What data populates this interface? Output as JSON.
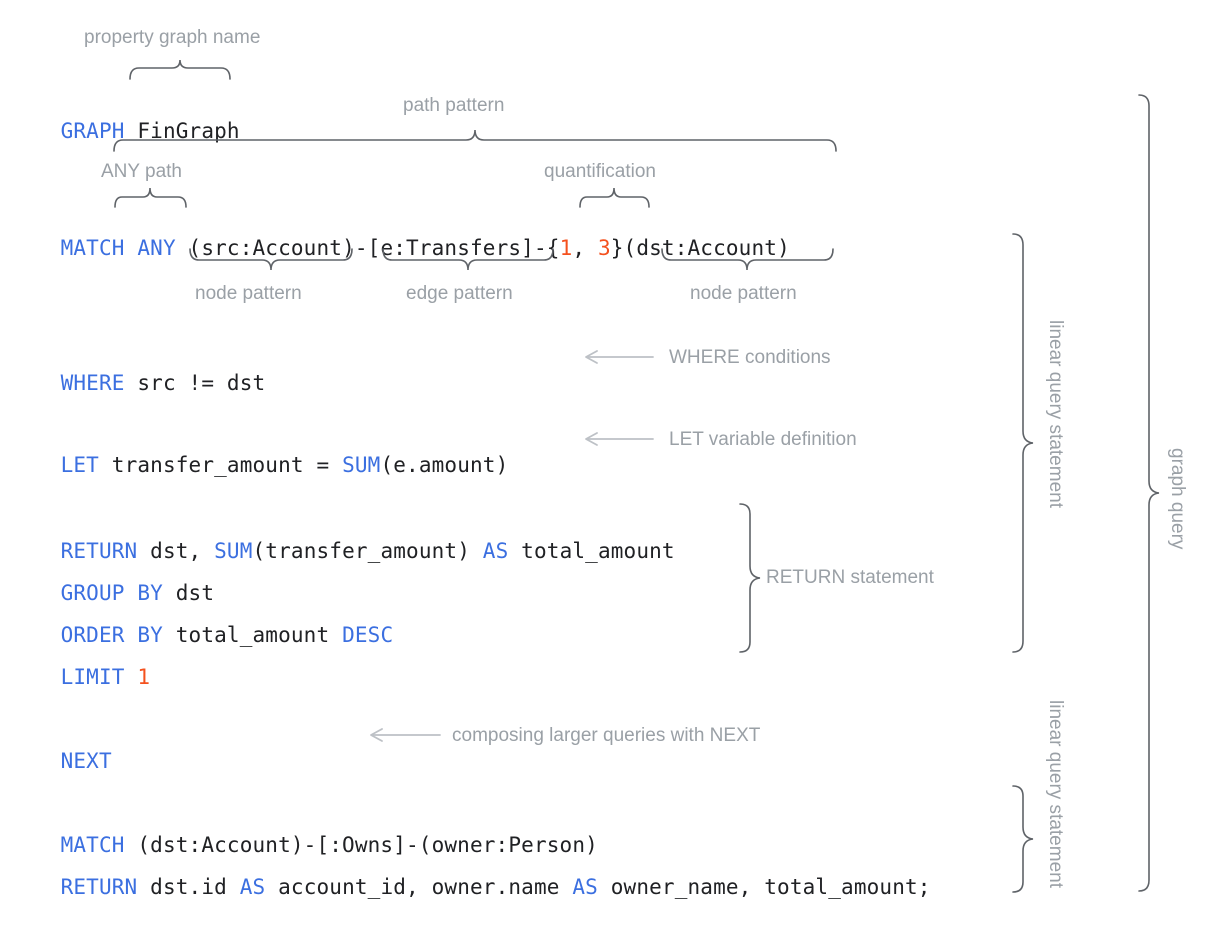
{
  "diagram": {
    "title": "GQL graph query annotated syntax diagram",
    "colors": {
      "keyword": "#3b6fe0",
      "identifier": "#202124",
      "number": "#f4511e",
      "annotation": "#9aa0a6",
      "brace": "#5f6368",
      "arrow": "#bdc1c6",
      "background": "#ffffff"
    }
  },
  "code": {
    "line_graph": {
      "keyword": "GRAPH",
      "space": " ",
      "name": "FinGraph"
    },
    "line_match": {
      "keyword": "MATCH",
      "any": "ANY",
      "src_node": "(src:Account)",
      "dash1": "-",
      "edge": "[e:Transfers]",
      "dash2": "-",
      "brace_open": "{",
      "q_min": "1",
      "q_sep": ", ",
      "q_max": "3",
      "brace_close": "}",
      "dst_node": "(dst:Account)"
    },
    "line_where": {
      "keyword": "WHERE",
      "expr": " src != dst"
    },
    "line_let": {
      "keyword": "LET",
      "var": " transfer_amount = ",
      "fn": "SUM",
      "args": "(e.amount)"
    },
    "line_return1": {
      "keyword": "RETURN",
      "cols_a": " dst, ",
      "fn": "SUM",
      "args": "(transfer_amount) ",
      "as": "AS",
      "alias": " total_amount"
    },
    "line_group": {
      "keyword": "GROUP BY",
      "expr": " dst"
    },
    "line_order": {
      "keyword": "ORDER BY",
      "expr": " total_amount ",
      "dir": "DESC"
    },
    "line_limit": {
      "keyword": "LIMIT",
      "value": "1"
    },
    "line_next": {
      "keyword": "NEXT"
    },
    "line_match2": {
      "keyword": "MATCH",
      "pattern": " (dst:Account)-[:Owns]-(owner:Person)"
    },
    "line_return2": {
      "keyword": "RETURN",
      "a": " dst.id ",
      "as1": "AS",
      "b": " account_id, owner.name ",
      "as2": "AS",
      "c": " owner_name, total_amount;"
    }
  },
  "annotations": {
    "property_graph_name": "property graph name",
    "path_pattern": "path pattern",
    "any_path": "ANY path",
    "quantification": "quantification",
    "node_pattern_left": "node pattern",
    "edge_pattern": "edge pattern",
    "node_pattern_right": "node pattern",
    "where_conditions": "WHERE conditions",
    "let_variable_definition": "LET variable definition",
    "return_statement": "RETURN statement",
    "composing_next": "composing larger queries with NEXT",
    "linear_query_statement_1": "linear query statement",
    "linear_query_statement_2": "linear query statement",
    "graph_query": "graph query"
  }
}
